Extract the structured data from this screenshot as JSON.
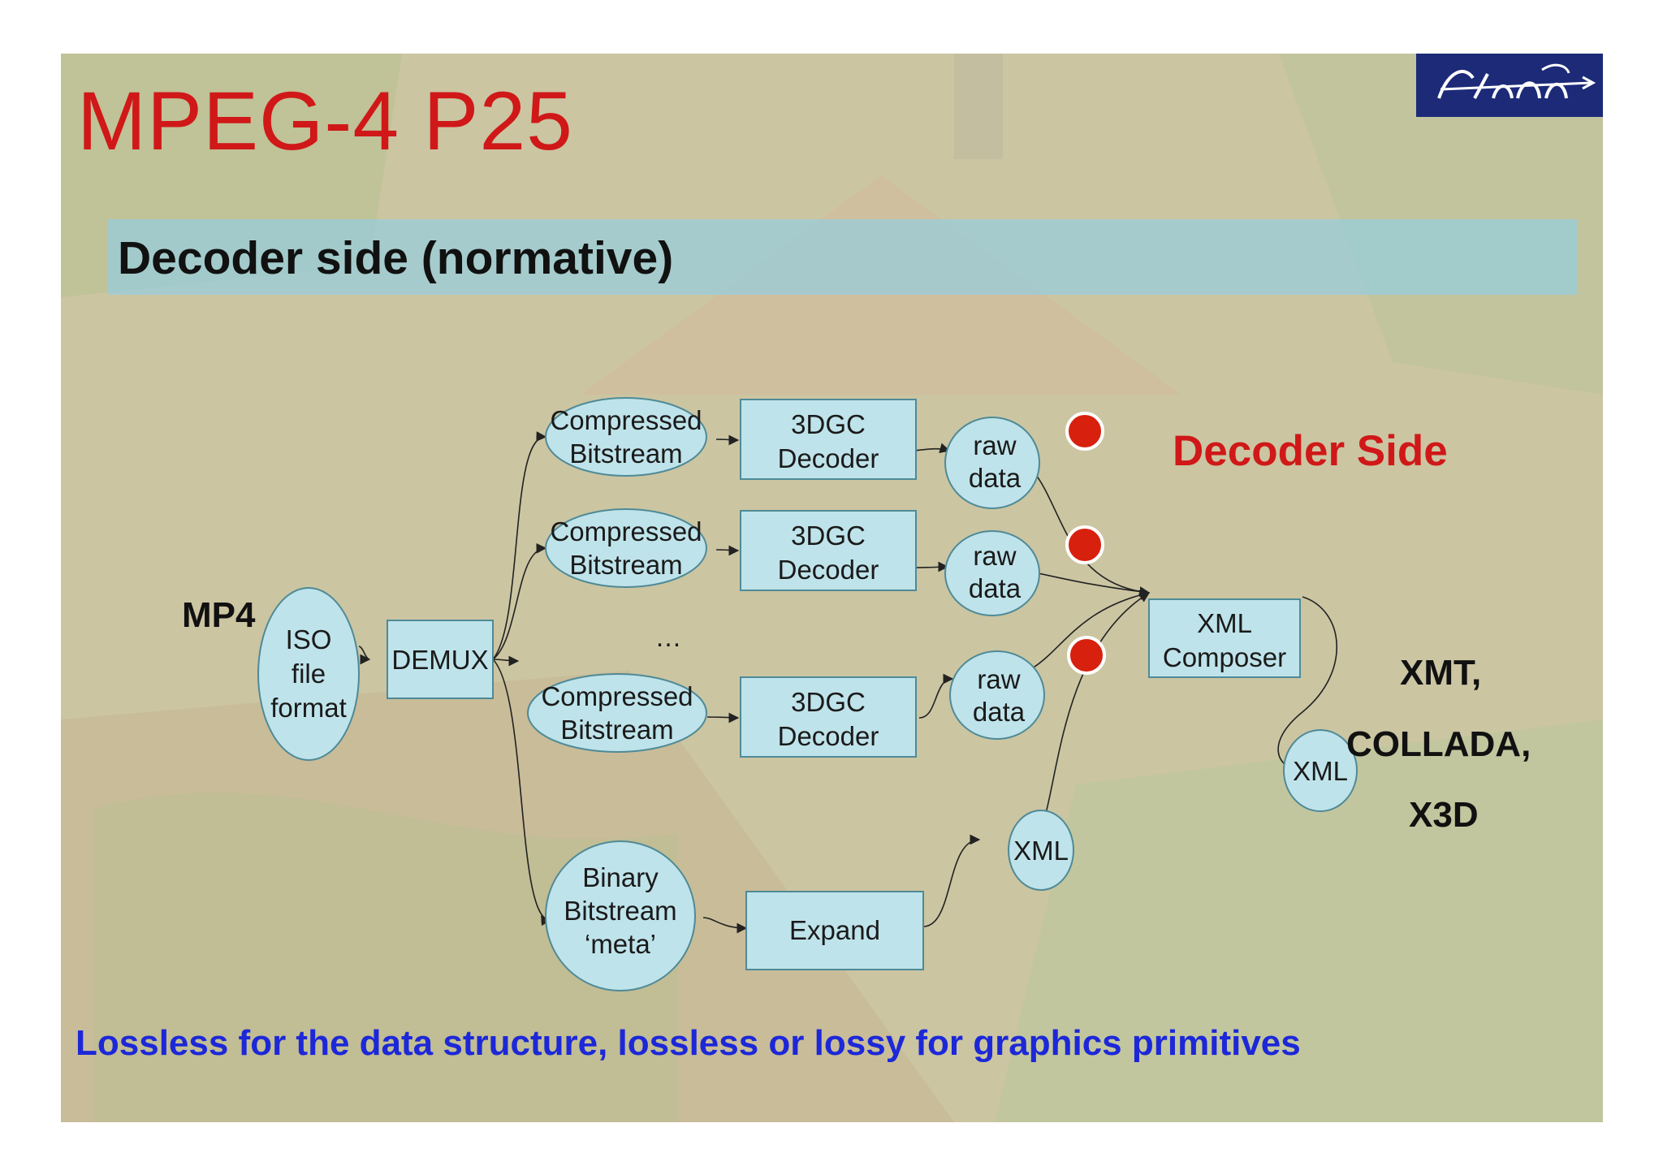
{
  "slide": {
    "title": "MPEG-4 P25",
    "subtitle": "Decoder side (normative)",
    "decoder_side_label": "Decoder Side",
    "footer_note": "Lossless for the data structure, lossless or lossy for graphics primitives",
    "logo": "artemis-logo",
    "input_label": "MP4",
    "output_formats": [
      "XMT,",
      "COLLADA,",
      "X3D"
    ],
    "ellipsis": "…"
  },
  "nodes": {
    "iso": [
      "ISO",
      "file",
      "format"
    ],
    "demux": "DEMUX",
    "compressed_1": [
      "Compressed",
      "Bitstream"
    ],
    "compressed_2": [
      "Compressed",
      "Bitstream"
    ],
    "compressed_3": [
      "Compressed",
      "Bitstream"
    ],
    "decoder_1": [
      "3DGC",
      "Decoder"
    ],
    "decoder_2": [
      "3DGC",
      "Decoder"
    ],
    "decoder_3": [
      "3DGC",
      "Decoder"
    ],
    "raw_1": [
      "raw",
      "data"
    ],
    "raw_2": [
      "raw",
      "data"
    ],
    "raw_3": [
      "raw",
      "data"
    ],
    "binary": [
      "Binary",
      "Bitstream",
      "‘meta’"
    ],
    "expand": "Expand",
    "xml_mid": "XML",
    "composer": [
      "XML",
      "Composer"
    ],
    "xml_out": "XML"
  },
  "colors": {
    "title_red": "#d01818",
    "banner_blue": "#96cdde",
    "node_fill": "#bfe3ea",
    "marker_red": "#d8200e",
    "footer_blue": "#1c28d8",
    "logo_navy": "#1c2a78"
  }
}
